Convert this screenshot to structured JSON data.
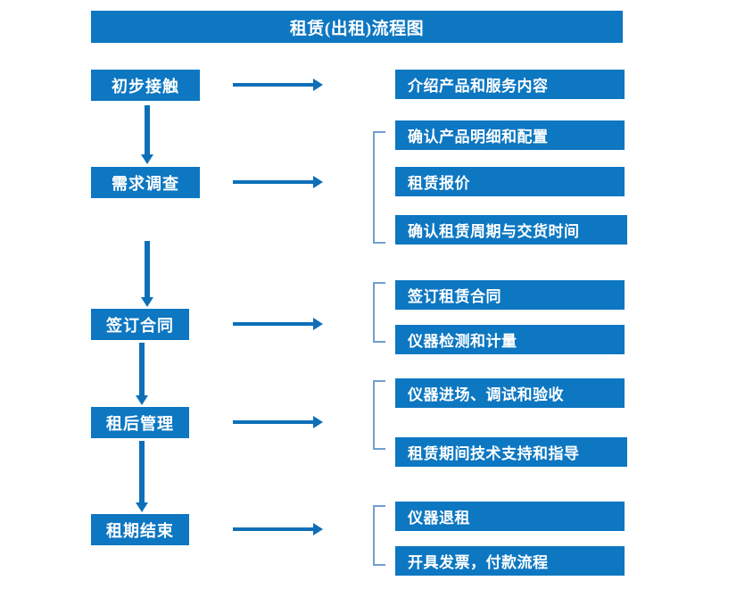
{
  "title": "租赁(出租)流程图",
  "colors": {
    "box_blue": "#0d77c2",
    "arrow_blue": "#0d6fb8",
    "bracket_blue": "#6f9fce",
    "box_text": "#ffffff",
    "background": "#ffffff"
  },
  "stages": [
    {
      "key": "initial-contact",
      "label": "初步接触",
      "details": [
        "介绍产品和服务内容"
      ]
    },
    {
      "key": "demand-survey",
      "label": "需求调查",
      "details": [
        "确认产品明细和配置",
        "租赁报价",
        "确认租赁周期与交货时间"
      ]
    },
    {
      "key": "sign-contract",
      "label": "签订合同",
      "details": [
        "签订租赁合同",
        "仪器检测和计量"
      ]
    },
    {
      "key": "post-rental-management",
      "label": "租后管理",
      "details": [
        "仪器进场、调试和验收",
        "租赁期间技术支持和指导"
      ]
    },
    {
      "key": "rental-end",
      "label": "租期结束",
      "details": [
        "仪器退租",
        "开具发票，付款流程"
      ]
    }
  ],
  "left_boxes": [
    {
      "label": "初步接触"
    },
    {
      "label": "需求调查"
    },
    {
      "label": "签订合同"
    },
    {
      "label": "租后管理"
    },
    {
      "label": "租期结束"
    }
  ],
  "right_boxes": [
    {
      "label": "介绍产品和服务内容"
    },
    {
      "label": "确认产品明细和配置"
    },
    {
      "label": "租赁报价"
    },
    {
      "label": "确认租赁周期与交货时间"
    },
    {
      "label": "签订租赁合同"
    },
    {
      "label": "仪器检测和计量"
    },
    {
      "label": "仪器进场、调试和验收"
    },
    {
      "label": "租赁期间技术支持和指导"
    },
    {
      "label": "仪器退租"
    },
    {
      "label": "开具发票，付款流程"
    }
  ]
}
